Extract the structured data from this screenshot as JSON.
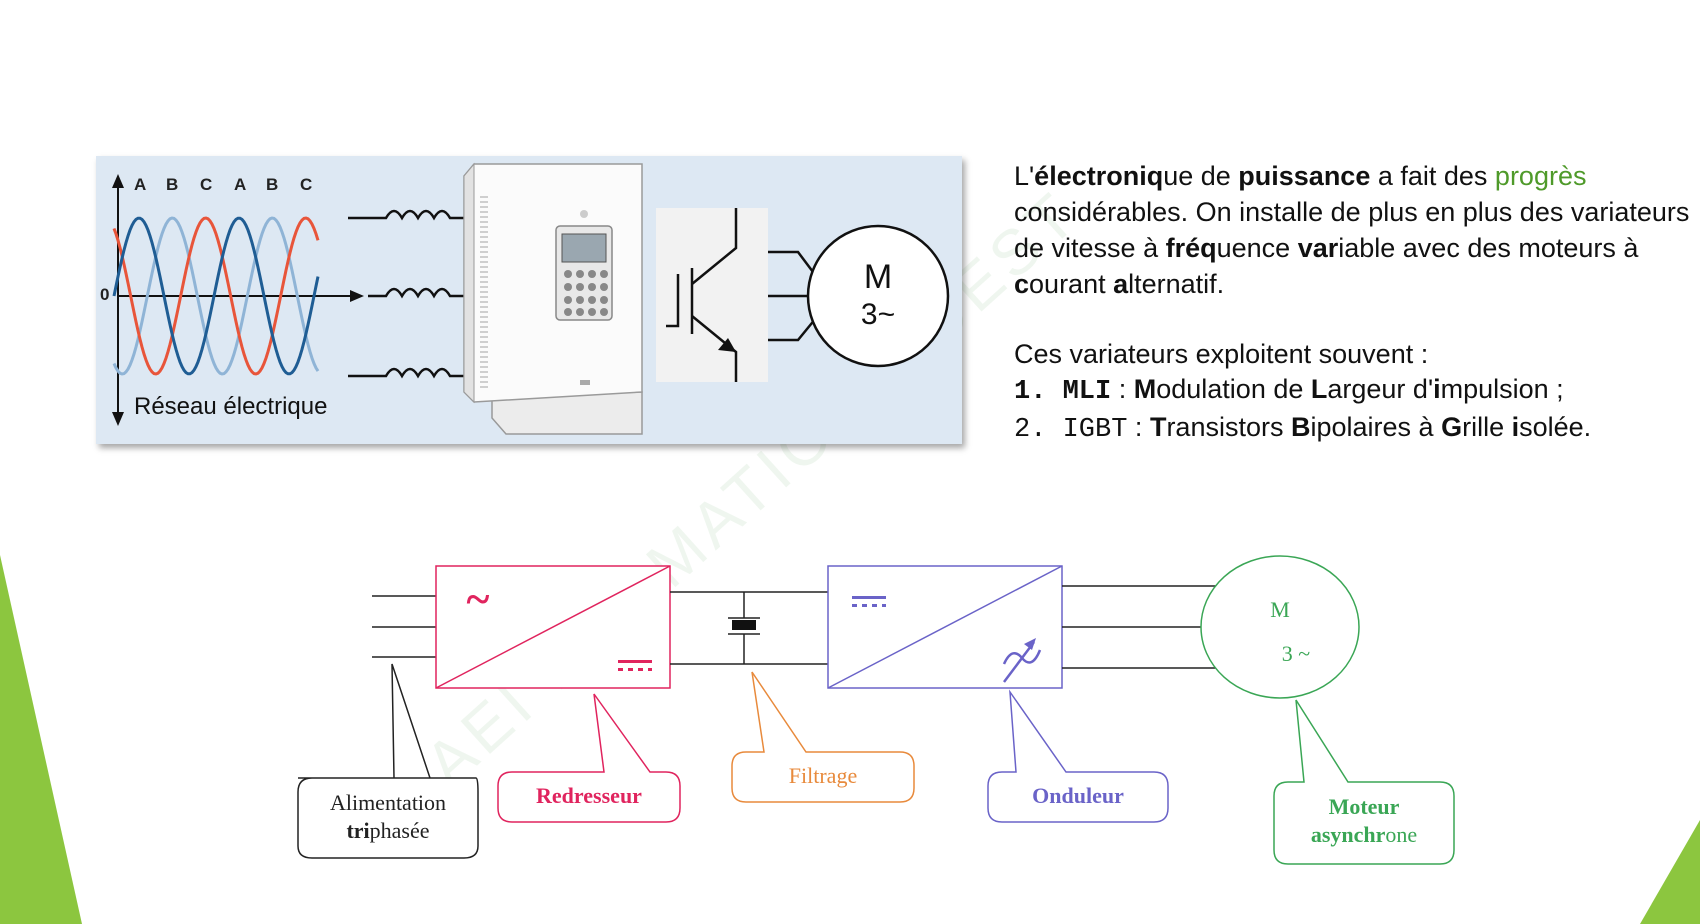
{
  "top_figure": {
    "phase_labels": [
      "A",
      "B",
      "C",
      "A",
      "B",
      "C"
    ],
    "zero_label": "0",
    "network_label": "Réseau électrique",
    "motor_letter": "M",
    "motor_phase": "3~"
  },
  "text": {
    "para1": [
      {
        "t": "L'",
        "b": false
      },
      {
        "t": "électroniq",
        "b": true
      },
      {
        "t": "ue de ",
        "b": false
      },
      {
        "t": "puissance",
        "b": true
      },
      {
        "t": " a fait des ",
        "b": false
      },
      {
        "t": "progrès",
        "b": false,
        "green": true
      },
      {
        "t": " considérables. On installe de plus en plus des variateurs de vitesse à ",
        "b": false
      },
      {
        "t": "fréq",
        "b": true
      },
      {
        "t": "uence ",
        "b": false
      },
      {
        "t": "var",
        "b": true
      },
      {
        "t": "iable avec des moteurs à ",
        "b": false
      },
      {
        "t": "c",
        "b": true
      },
      {
        "t": "ourant ",
        "b": false
      },
      {
        "t": "a",
        "b": true
      },
      {
        "t": "lternatif.",
        "b": false
      }
    ],
    "para2_intro": "Ces variateurs exploitent souvent :",
    "list": [
      {
        "num": "1.",
        "abbr": "MLI",
        "abbr_bold": true,
        "parts": [
          {
            "t": " : ",
            "b": false
          },
          {
            "t": "M",
            "b": true
          },
          {
            "t": "odulation de ",
            "b": false
          },
          {
            "t": "L",
            "b": true
          },
          {
            "t": "argeur d'",
            "b": false
          },
          {
            "t": "i",
            "b": true
          },
          {
            "t": "mpulsion ;",
            "b": false
          }
        ]
      },
      {
        "num": "2.",
        "abbr": "IGBT",
        "abbr_bold": false,
        "parts": [
          {
            "t": " : ",
            "b": false
          },
          {
            "t": "T",
            "b": true
          },
          {
            "t": "ransistors ",
            "b": false
          },
          {
            "t": "B",
            "b": true
          },
          {
            "t": "ipolaires à ",
            "b": false
          },
          {
            "t": "G",
            "b": true
          },
          {
            "t": "rille ",
            "b": false
          },
          {
            "t": "i",
            "b": true
          },
          {
            "t": "solée.",
            "b": false
          }
        ]
      }
    ]
  },
  "diagram": {
    "symbols": {
      "ac": "~",
      "motor_letter": "M",
      "motor_phase": "3 ~"
    },
    "callouts": {
      "alimentation": [
        {
          "t": "Alimentation",
          "b": false
        },
        {
          "br": true
        },
        {
          "t": "tri",
          "b": true
        },
        {
          "t": "phasée",
          "b": false
        }
      ],
      "redresseur": "Redresseur",
      "filtrage": "Filtrage",
      "onduleur": "Onduleur",
      "moteur": [
        {
          "t": "Moteur",
          "b": true
        },
        {
          "br": true
        },
        {
          "t": "asynchr",
          "b": true
        },
        {
          "t": "one",
          "b": false
        }
      ]
    },
    "colors": {
      "redresseur": "#e0245e",
      "filtrage": "#e88a3c",
      "onduleur": "#6a63c8",
      "moteur": "#3aa655",
      "alimentation": "#222222",
      "phase_a": "#1f5d94",
      "phase_b": "#e8553a",
      "phase_c": "#8fb4d6"
    }
  },
  "watermark": "AEI FORMATION OUEST"
}
